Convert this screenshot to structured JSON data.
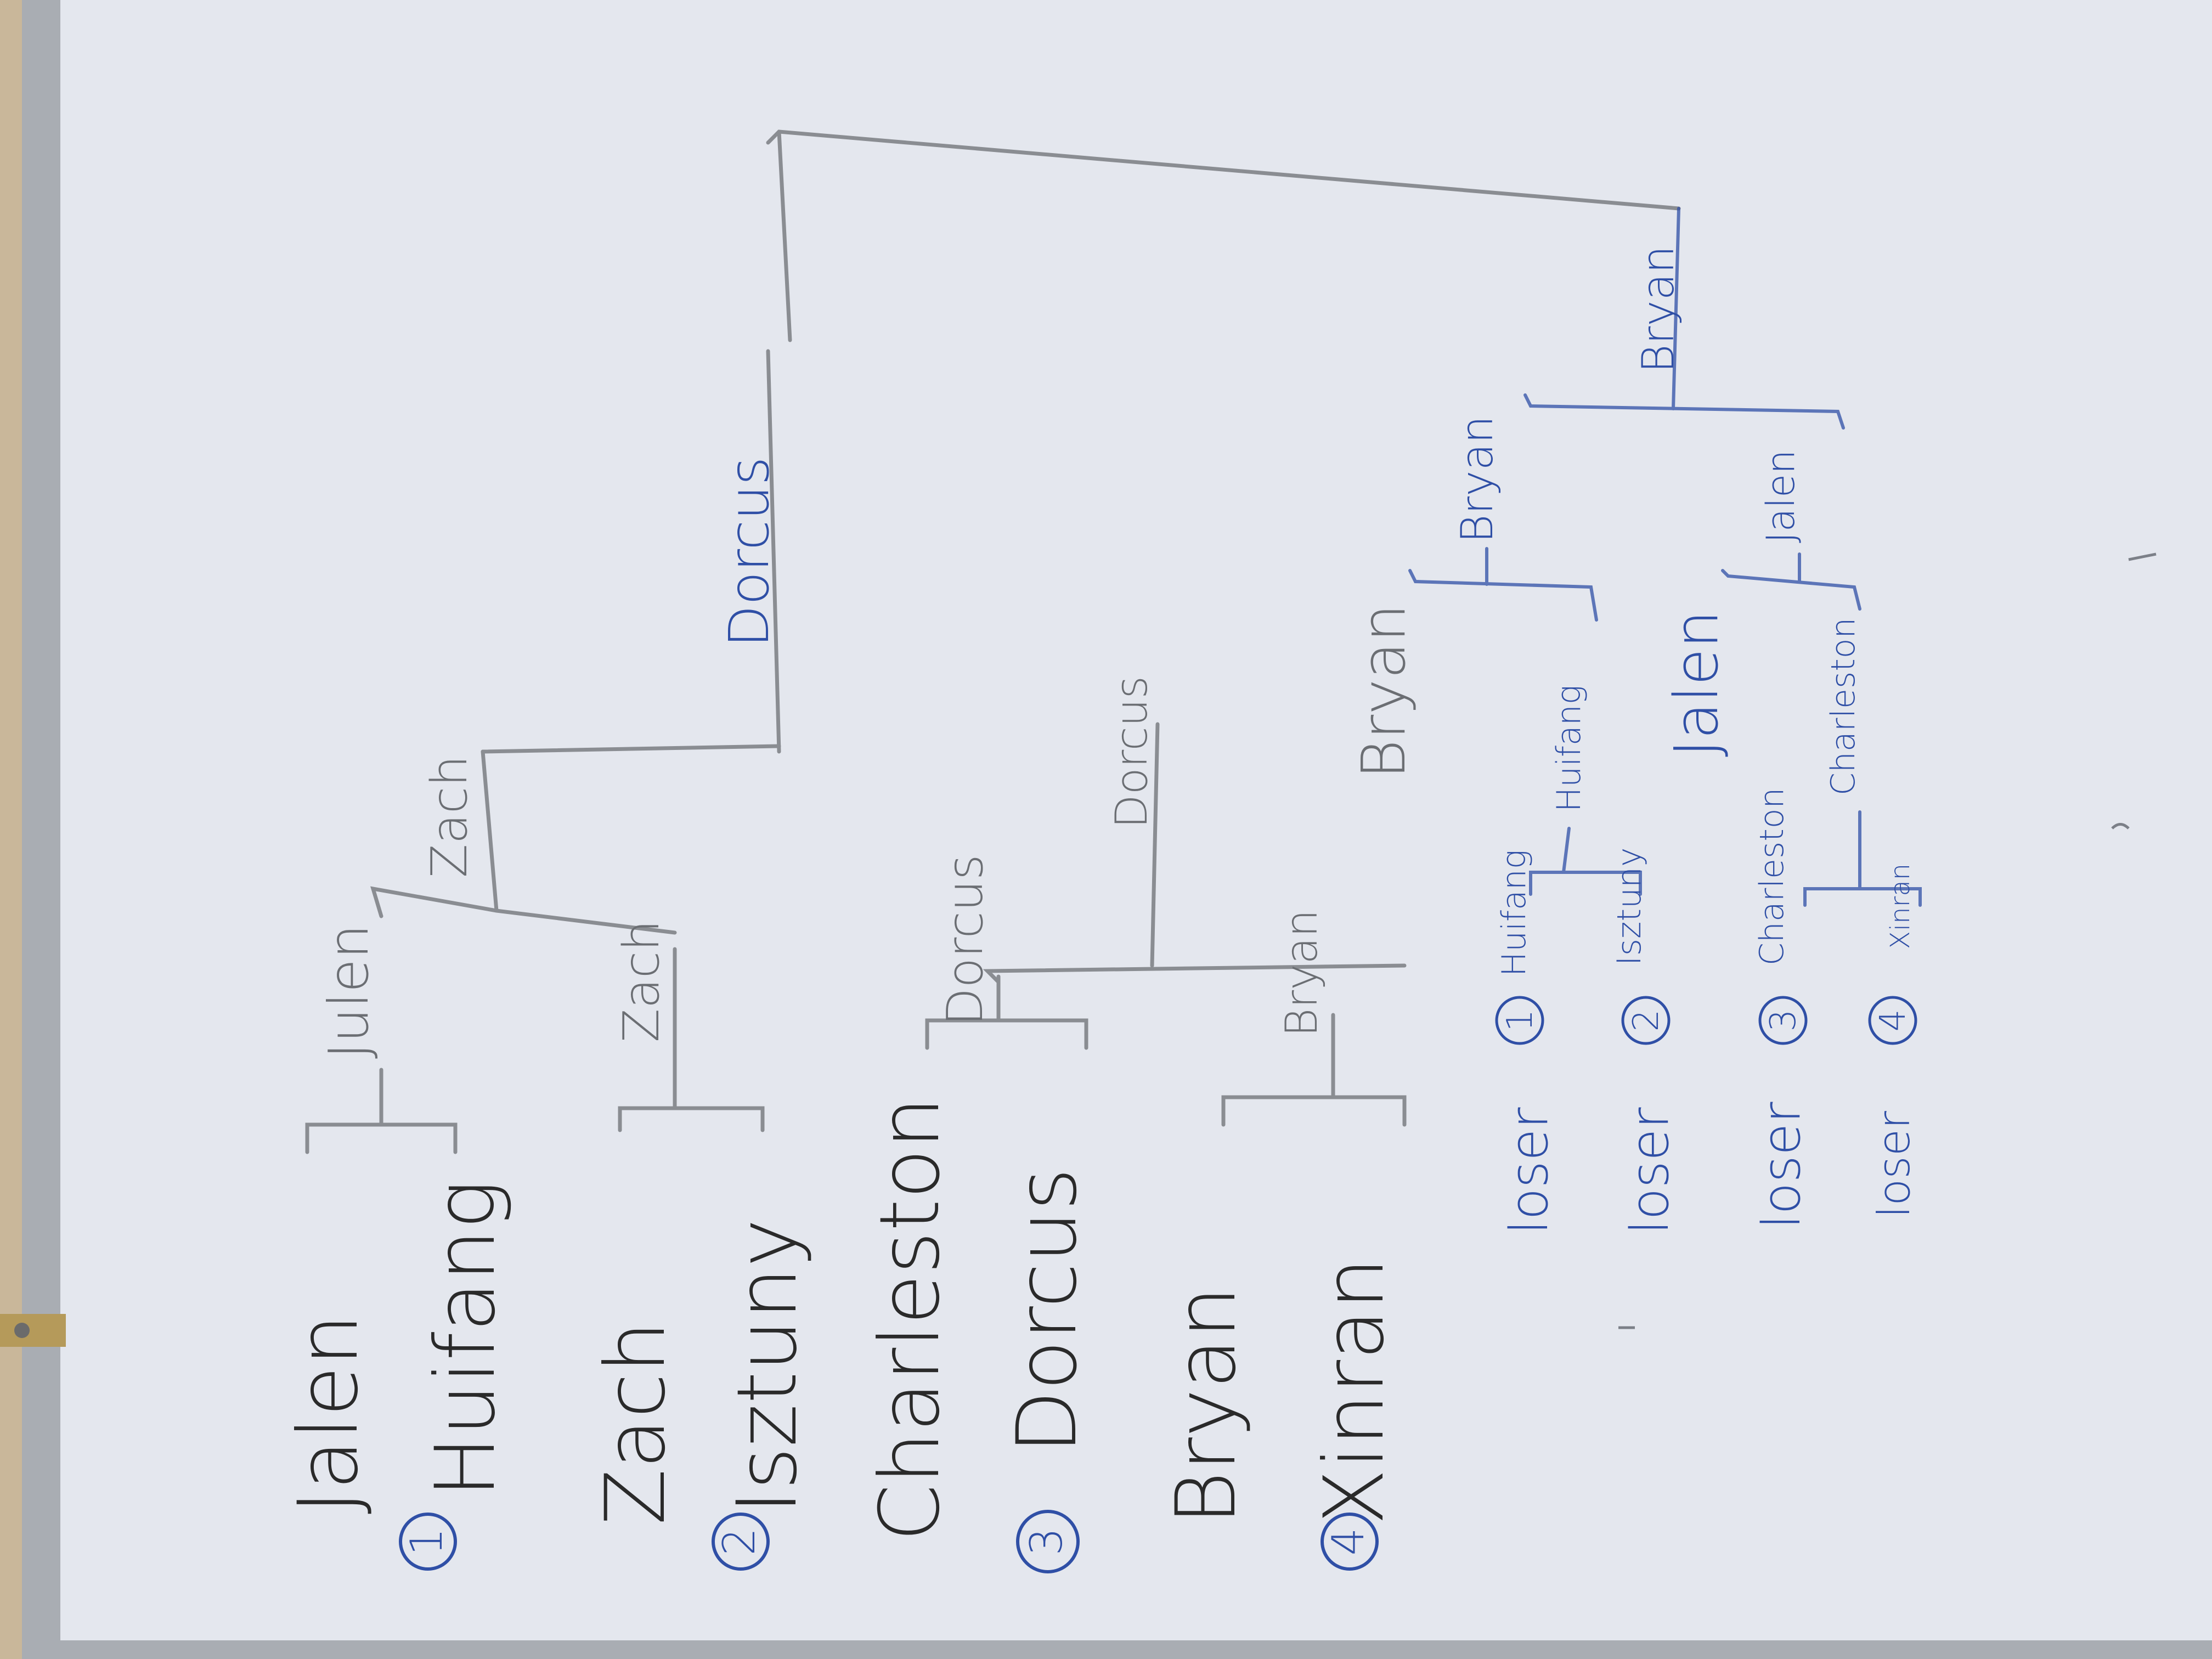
{
  "colors": {
    "board": "#e4e7ee",
    "frame": "#a9adb3",
    "wall": "#c9b79a",
    "black_marker": "#2a2a2a",
    "gray_marker": "#8a8d92",
    "blue_marker": "#2f4fa6"
  },
  "upper_bracket": {
    "players": [
      "Jalen",
      "Huifang",
      "Zach",
      "Isztuny",
      "Charleston",
      "Dorcus",
      "Bryan",
      "Xinran"
    ],
    "seeds": [
      "1",
      "2",
      "3",
      "4"
    ],
    "round1_winners": [
      "Julen",
      "Zach",
      "Dorcus",
      "Bryan"
    ],
    "round2_winners": [
      "Zach",
      "Dorcus"
    ],
    "final_winner": "Dorcus"
  },
  "lower_bracket": {
    "loser_labels": [
      "loser",
      "loser",
      "loser",
      "loser"
    ],
    "loser_seeds": [
      "1",
      "2",
      "3",
      "4"
    ],
    "round1_entries": [
      "Huifang",
      "Isztuny",
      "Charleston",
      "Xinran"
    ],
    "round1_winners": [
      "Huifang",
      "Charleston"
    ],
    "round2_upper_names": [
      "Bryan",
      "Jalen"
    ],
    "round2_winners": [
      "Bryan",
      "Jalen"
    ],
    "final_winner": "Bryan"
  }
}
